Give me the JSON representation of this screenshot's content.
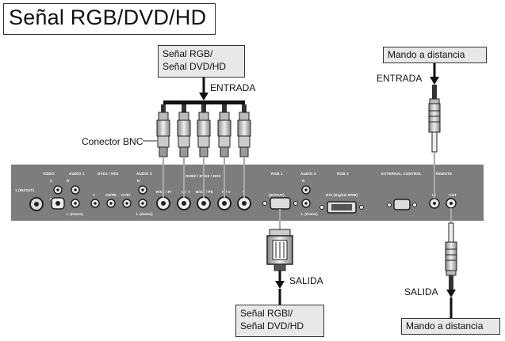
{
  "title": "Señal RGB/DVD/HD",
  "input_source": {
    "line1": "Señal RGB/",
    "line2": "Señal DVD/HD"
  },
  "output_dest": {
    "line1": "Señal RGBl/",
    "line2": "Señal DVD/HD"
  },
  "labels": {
    "entrada_video": "ENTRADA",
    "entrada_remote": "ENTRADA",
    "salida_video": "SALIDA",
    "salida_remote": "SALIDA",
    "bnc_connector": "Conector BNC"
  },
  "remote_top": "Mando a distancia",
  "remote_bottom": "Mando a distancia",
  "panel": {
    "video": "VIDEO",
    "video_in": "1 (IN/OUT)",
    "num2": "2",
    "num3": "3",
    "audio1": "AUDIO 1",
    "r1": "R",
    "l1": "L (mono)",
    "dvd1": "DVD1 / HD1",
    "y": "Y",
    "cb": "Cb/Pb",
    "cr": "Cr/Pr",
    "audio2": "AUDIO 2",
    "r2": "R",
    "l2": "L (mono)",
    "rgb2dvd2": "RGB2 / DVD2 / HD2",
    "bnc_labels": [
      "R/Cr / Pr",
      "G / Y",
      "B/Cb / Pb",
      "H / V",
      "V"
    ],
    "rgb1": "RGB 1",
    "rgb1_inout": "(IN/OUT)",
    "audio3": "AUDIO 3",
    "r3": "R",
    "l3": "L (mono)",
    "rgb3": "RGB 3",
    "dvi": "DVI (Digital RGB)",
    "ext": "EXTERNAL CONTROL",
    "remote": "REMOTE",
    "in": "IN",
    "out": "OUT"
  }
}
